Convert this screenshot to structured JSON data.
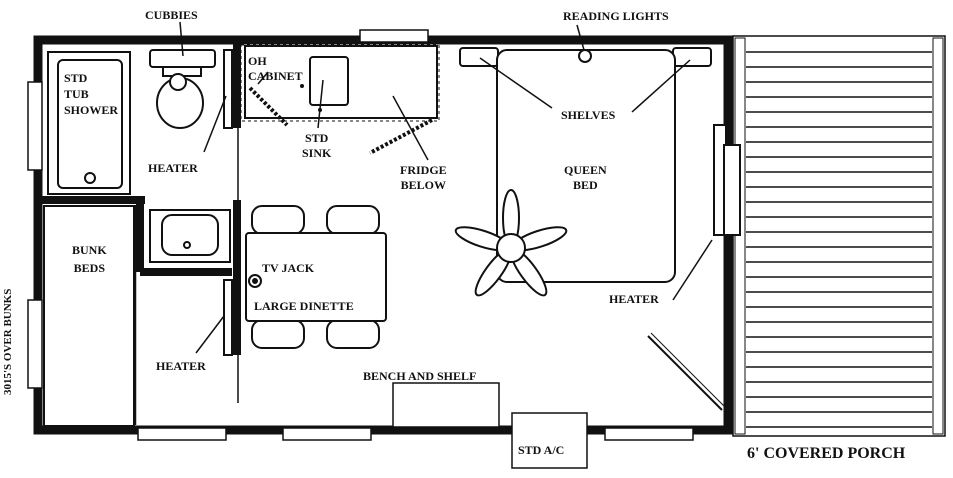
{
  "labels": {
    "cubbies": "CUBBIES",
    "reading_lights": "READING LIGHTS",
    "oh_cabinet": "OH\nCABINET",
    "std_tub_shower": "STD\nTUB\nSHOWER",
    "std_sink": "STD\nSINK",
    "fridge_below": "FRIDGE\nBELOW",
    "shelves": "SHELVES",
    "queen_bed": "QUEEN\nBED",
    "heater_top": "HEATER",
    "heater_left": "HEATER",
    "heater_right": "HEATER",
    "bunk_beds": "BUNK\nBEDS",
    "tv_jack": "TV JACK",
    "large_dinette": "LARGE DINETTE",
    "bench_and_shelf": "BENCH AND SHELF",
    "std_ac": "STD A/C",
    "covered_porch": "6' COVERED PORCH",
    "over_bunks": "3015'S OVER BUNKS"
  },
  "colors": {
    "wall": "#111111",
    "line": "#111111",
    "background": "#ffffff"
  }
}
